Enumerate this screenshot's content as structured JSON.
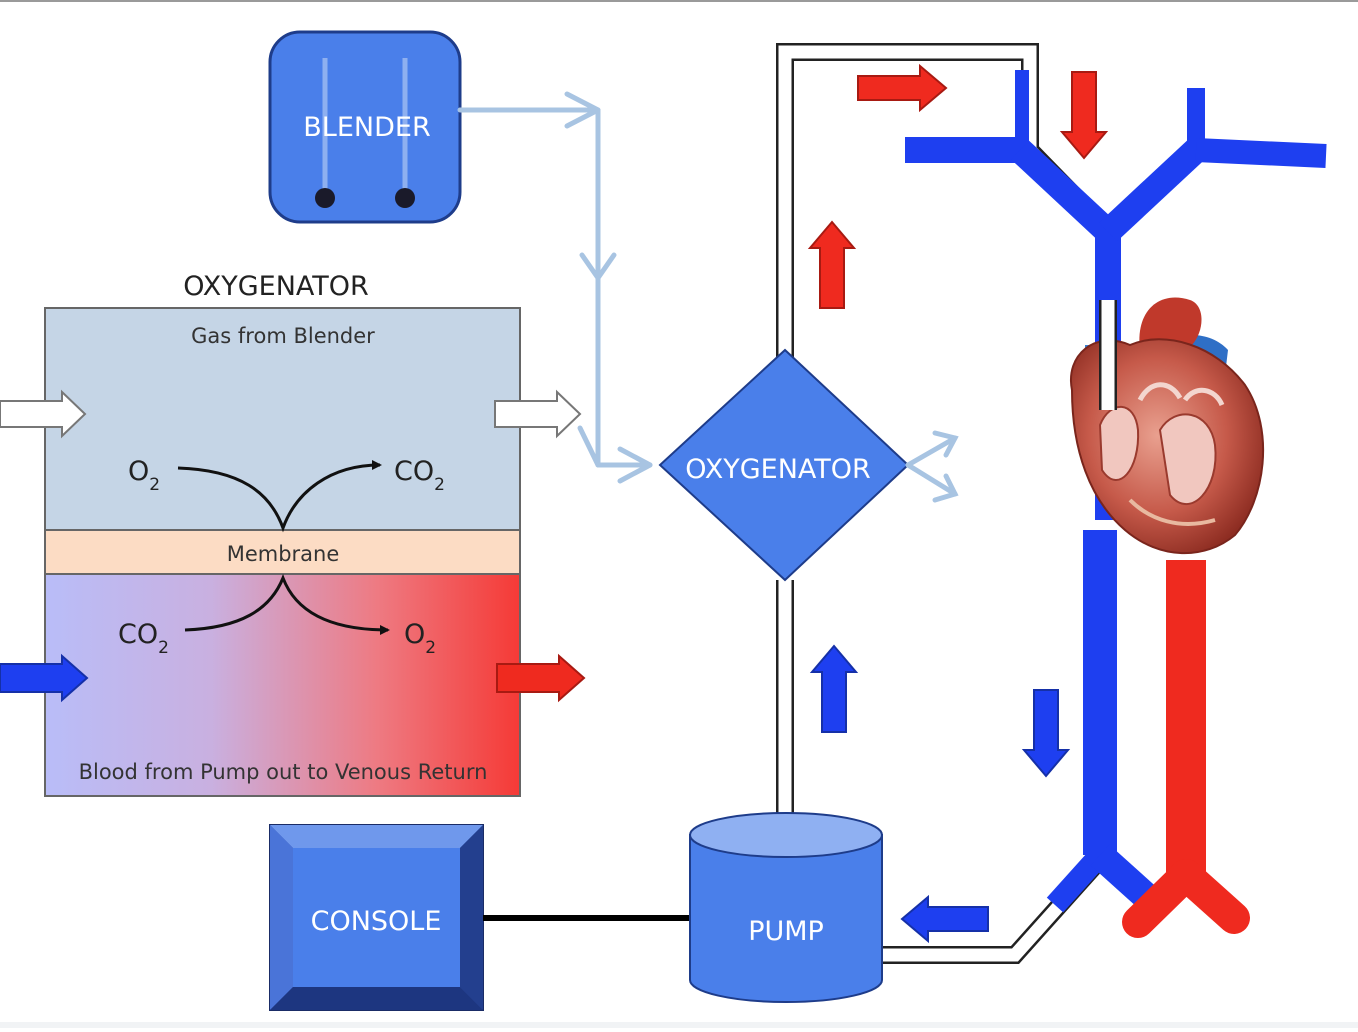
{
  "blender": {
    "label": "BLENDER"
  },
  "oxygenator_detail": {
    "title": "OXYGENATOR",
    "gas_label": "Gas from Blender",
    "membrane_label": "Membrane",
    "blood_label": "Blood from Pump out to Venous Return",
    "gas_in_species": "O",
    "gas_in_sub": "2",
    "gas_out_species": "CO",
    "gas_out_sub": "2",
    "blood_in_species": "CO",
    "blood_in_sub": "2",
    "blood_out_species": "O",
    "blood_out_sub": "2"
  },
  "oxygenator_unit": {
    "label": "OXYGENATOR"
  },
  "console": {
    "label": "CONSOLE"
  },
  "pump": {
    "label": "PUMP"
  },
  "colors": {
    "oxygenated": "#ef2a1f",
    "deoxygenated": "#1e3ff0",
    "device_blue": "#4a7fea",
    "gas_line": "#a8c4e2",
    "gas_chamber": "#c5d5e6",
    "membrane": "#fcdcc4"
  }
}
